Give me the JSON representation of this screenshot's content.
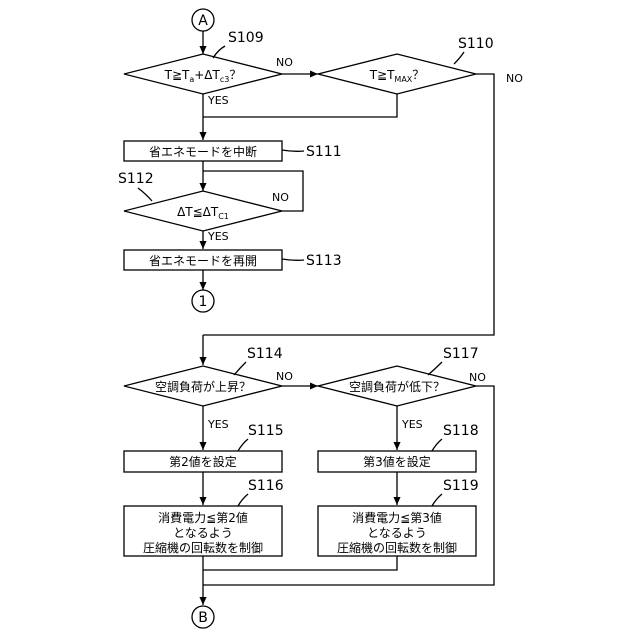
{
  "connectors": {
    "start": "A",
    "end": "B",
    "cont": "1"
  },
  "steps": {
    "s109": "S109",
    "s110": "S110",
    "s111": "S111",
    "s112": "S112",
    "s113": "S113",
    "s114": "S114",
    "s115": "S115",
    "s116": "S116",
    "s117": "S117",
    "s118": "S118",
    "s119": "S119"
  },
  "dec109": {
    "main": "T≧T",
    "s1": "a",
    "mid": "+ΔT",
    "s2": "c3",
    "end": "？"
  },
  "dec110": {
    "main": "T≧T",
    "s1": "MAX",
    "end": "？"
  },
  "dec112": {
    "main": "ΔT≦ΔT",
    "s1": "C1"
  },
  "dec114": "空調負荷が上昇？",
  "dec117": "空調負荷が低下？",
  "proc111": "省エネモードを中断",
  "proc113": "省エネモードを再開",
  "proc115": "第2値を設定",
  "proc118": "第3値を設定",
  "proc116": [
    "消費電力≦第2値",
    "となるよう",
    "圧縮機の回転数を制御"
  ],
  "proc119": [
    "消費電力≦第3値",
    "となるよう",
    "圧縮機の回転数を制御"
  ],
  "yes": "YES",
  "no": "NO"
}
